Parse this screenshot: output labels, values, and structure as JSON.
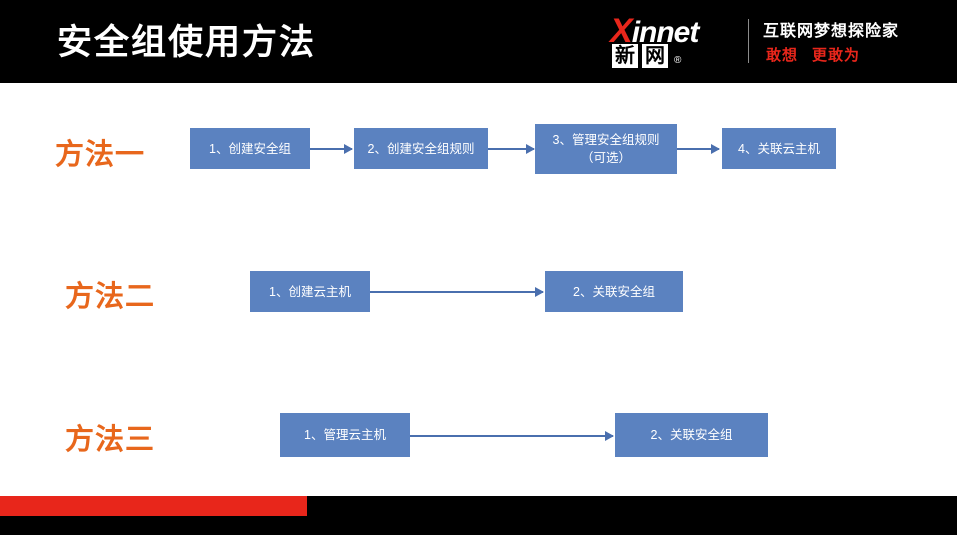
{
  "header": {
    "title": "安全组使用方法",
    "logo": {
      "brand_x": "X",
      "brand_rest": "innet",
      "cn_char1": "新",
      "cn_char2": "网",
      "registered": "®",
      "slogan_line1": "互联网梦想探险家",
      "slogan_part1": "敢想",
      "slogan_part2": "更敢为",
      "accent_color": "#e8261b"
    }
  },
  "diagram": {
    "box_color": "#5b82c0",
    "arrow_color": "#4a6fae",
    "label_color": "#e8671c",
    "methods": [
      {
        "label": "方法一",
        "steps": [
          {
            "text": "1、创建安全组"
          },
          {
            "text": "2、创建安全组规则"
          },
          {
            "text_line1": "3、管理安全组规则",
            "text_line2": "（可选）"
          },
          {
            "text": "4、关联云主机"
          }
        ]
      },
      {
        "label": "方法二",
        "steps": [
          {
            "text": "1、创建云主机"
          },
          {
            "text": "2、关联安全组"
          }
        ]
      },
      {
        "label": "方法三",
        "steps": [
          {
            "text": "1、管理云主机"
          },
          {
            "text": "2、关联安全组"
          }
        ]
      }
    ]
  },
  "footer": {
    "accent_color": "#e8261b"
  }
}
